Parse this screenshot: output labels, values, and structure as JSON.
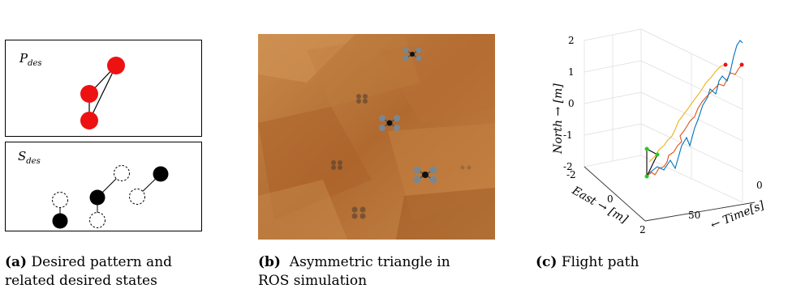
{
  "panel_a": {
    "top_label": "P",
    "top_label_sub": "des",
    "bottom_label": "S",
    "bottom_label_sub": "des",
    "caption_tag": "(a)",
    "caption_text_line1": "Desired pattern and",
    "caption_text_line2": "related desired states"
  },
  "panel_b": {
    "caption_tag": "(b)",
    "caption_text_line1": "Asymmetric triangle in",
    "caption_text_line2": "ROS simulation"
  },
  "panel_c": {
    "caption_tag": "(c)",
    "caption_text": "Flight path",
    "north_label": "North → [m]",
    "east_label": "East → [m]",
    "time_label": "← Time[s]",
    "north_ticks": [
      "2",
      "1",
      "0",
      "-1",
      "-2"
    ],
    "east_ticks": [
      "-2",
      "0",
      "2"
    ],
    "time_ticks": [
      "0",
      "50"
    ]
  },
  "colors": {
    "red": "#ee1111",
    "wood": "#b8753a",
    "series_orange": "#d95319",
    "series_blue": "#0072bd",
    "series_yellow": "#edb120"
  }
}
